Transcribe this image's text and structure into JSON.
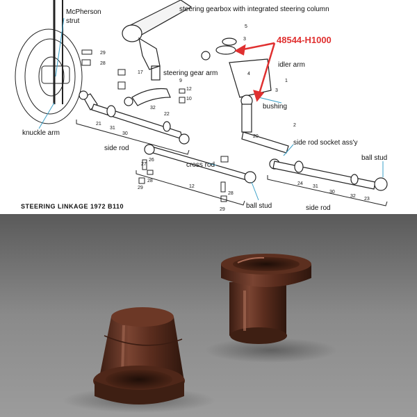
{
  "diagram": {
    "labels": {
      "mcpherson_strut": "McPherson\nstrut",
      "knuckle_arm": "knuckle arm",
      "steering_gearbox": "steering gearbox with integrated steering column",
      "steering_gear_arm": "steering gear arm",
      "idler_arm": "idler arm",
      "bushing": "bushing",
      "side_rod_left": "side rod",
      "cross_rod": "cross rod",
      "side_rod_socket": "side rod socket ass'y",
      "ball_stud_right": "ball stud",
      "ball_stud_center": "ball stud",
      "side_rod_right": "side rod"
    },
    "part_number": "48544-H1000",
    "caption": "STEERING LINKAGE   1972 B110",
    "callout_numbers": [
      "29",
      "28",
      "17",
      "9",
      "12",
      "10",
      "22",
      "32",
      "21",
      "31",
      "30",
      "27",
      "26",
      "28",
      "29",
      "12",
      "28",
      "29",
      "5",
      "3",
      "1",
      "4",
      "3",
      "2",
      "24",
      "31",
      "30",
      "32",
      "23",
      "20"
    ],
    "colors": {
      "annotation_arrow": "#e03030",
      "leader_line": "#3aa0c8",
      "bushing_color": "#6b3a26"
    }
  },
  "photo": {
    "subject": "bushing pair"
  }
}
